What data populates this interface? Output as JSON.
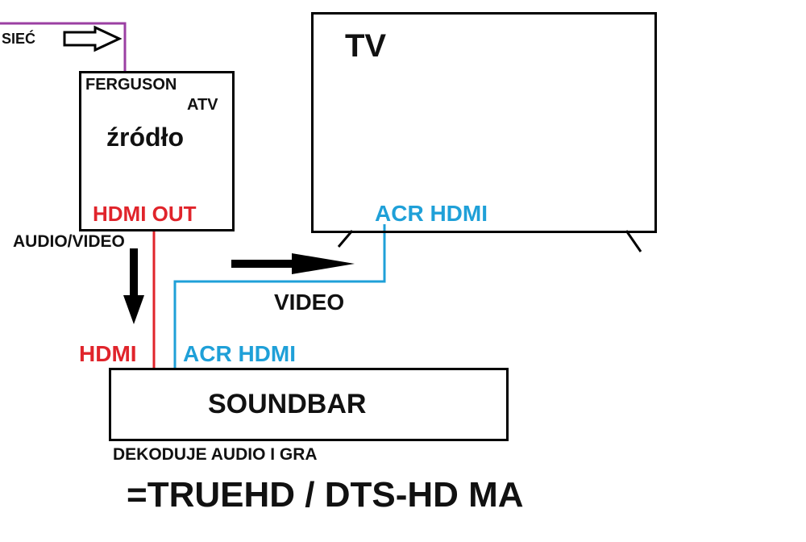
{
  "labels": {
    "network": "SIEĆ",
    "source_brand": "FERGUSON",
    "source_model": "ATV",
    "source_title": "źródło",
    "source_output": "HDMI OUT",
    "source_signal": "AUDIO/VIDEO",
    "tv_title": "TV",
    "tv_input": "ACR HDMI",
    "video_link": "VIDEO",
    "soundbar_hdmi_in": "HDMI",
    "soundbar_acr": "ACR HDMI",
    "soundbar_title": "SOUNDBAR",
    "decode_note": "DEKODUJE AUDIO I GRA",
    "formats": "=TRUEHD / DTS-HD MA"
  },
  "colors": {
    "hdmi_out": "#e0242b",
    "acr_hdmi": "#1fa0d8",
    "network_line": "#9b3fa3",
    "outline": "#000000"
  },
  "icons": {
    "network_arrow": "hollow-right-arrow-icon",
    "audio_video_arrow": "down-arrow-icon",
    "video_arrow": "right-arrow-icon"
  }
}
